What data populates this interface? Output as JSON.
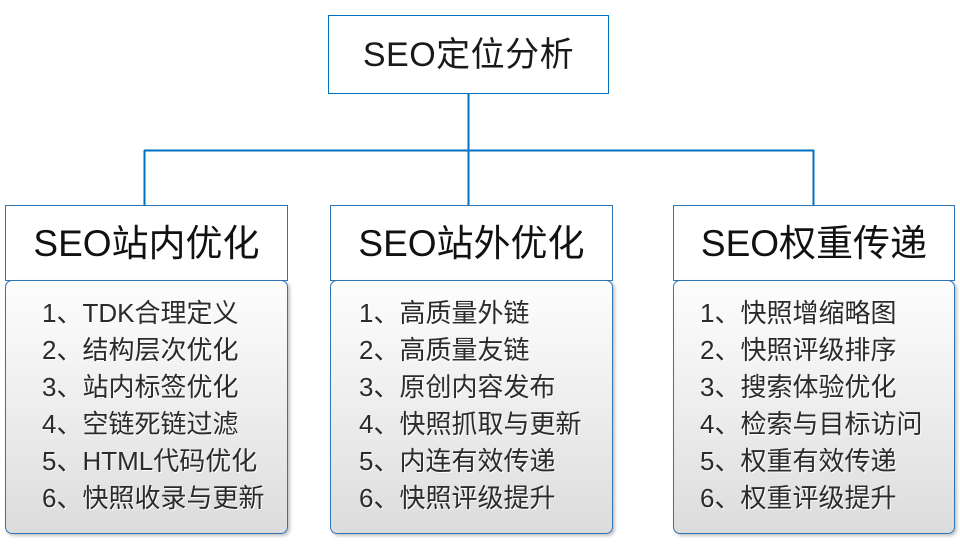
{
  "diagram": {
    "type": "org-chart",
    "root": {
      "label": "SEO定位分析"
    },
    "branches": [
      {
        "header": "SEO站内优化",
        "items": [
          "1、TDK合理定义",
          "2、结构层次优化",
          "3、站内标签优化",
          "4、空链死链过滤",
          "5、HTML代码优化",
          "6、快照收录与更新"
        ]
      },
      {
        "header": "SEO站外优化",
        "items": [
          "1、高质量外链",
          "2、高质量友链",
          "3、原创内容发布",
          "4、快照抓取与更新",
          "5、内连有效传递",
          "6、快照评级提升"
        ]
      },
      {
        "header": "SEO权重传递",
        "items": [
          "1、快照增缩略图",
          "2、快照评级排序",
          "3、搜索体验优化",
          "4、检索与目标访问",
          "5、权重有效传递",
          "6、权重评级提升"
        ]
      }
    ],
    "colors": {
      "connector": "#0070c0",
      "root_border": "#0070c0",
      "branch_border": "#2e75b6",
      "box_fill": "#ffffff",
      "list_fill_top": "#fdfdfd",
      "list_fill_bottom": "#dcdcdc",
      "text": "#1a1a1a"
    }
  }
}
